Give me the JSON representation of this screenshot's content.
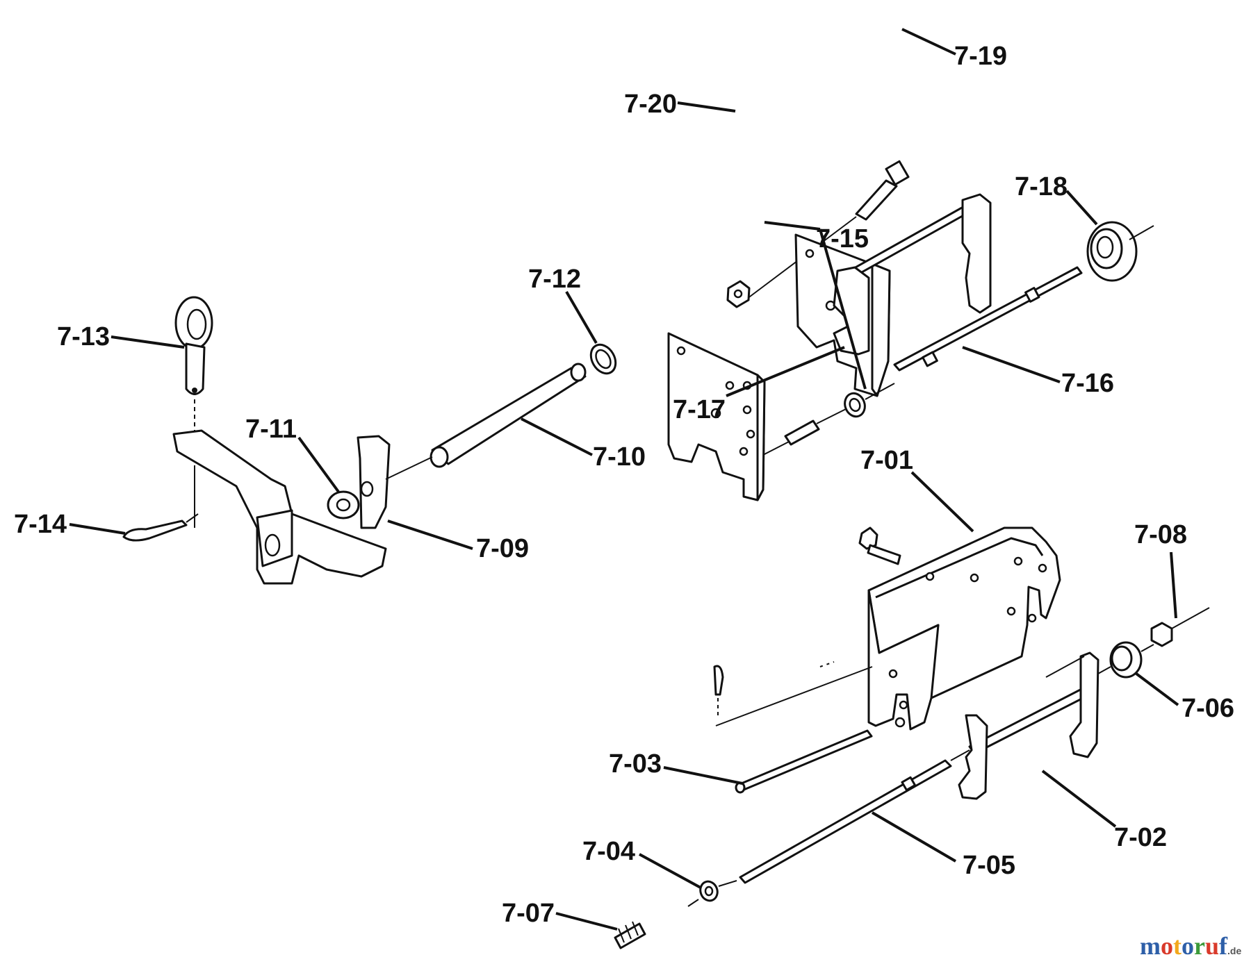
{
  "diagram": {
    "callouts": [
      {
        "id": "7-01",
        "label": "7-01"
      },
      {
        "id": "7-02",
        "label": "7-02"
      },
      {
        "id": "7-03",
        "label": "7-03"
      },
      {
        "id": "7-04",
        "label": "7-04"
      },
      {
        "id": "7-05",
        "label": "7-05"
      },
      {
        "id": "7-06",
        "label": "7-06"
      },
      {
        "id": "7-07",
        "label": "7-07"
      },
      {
        "id": "7-08",
        "label": "7-08"
      },
      {
        "id": "7-09",
        "label": "7-09"
      },
      {
        "id": "7-10",
        "label": "7-10"
      },
      {
        "id": "7-11",
        "label": "7-11"
      },
      {
        "id": "7-12",
        "label": "7-12"
      },
      {
        "id": "7-13",
        "label": "7-13"
      },
      {
        "id": "7-14",
        "label": "7-14"
      },
      {
        "id": "7-15",
        "label": "7-15"
      },
      {
        "id": "7-16",
        "label": "7-16"
      },
      {
        "id": "7-17",
        "label": "7-17"
      },
      {
        "id": "7-18",
        "label": "7-18"
      },
      {
        "id": "7-19",
        "label": "7-19"
      },
      {
        "id": "7-20",
        "label": "7-20"
      }
    ]
  },
  "watermark": {
    "letters": [
      "m",
      "o",
      "t",
      "o",
      "r",
      "u",
      "f"
    ],
    "tld": ".de",
    "colors": [
      "#2e5fa8",
      "#d93a2b",
      "#f2a81d",
      "#2e5fa8",
      "#3d9a3a",
      "#d93a2b",
      "#2e5fa8"
    ]
  }
}
